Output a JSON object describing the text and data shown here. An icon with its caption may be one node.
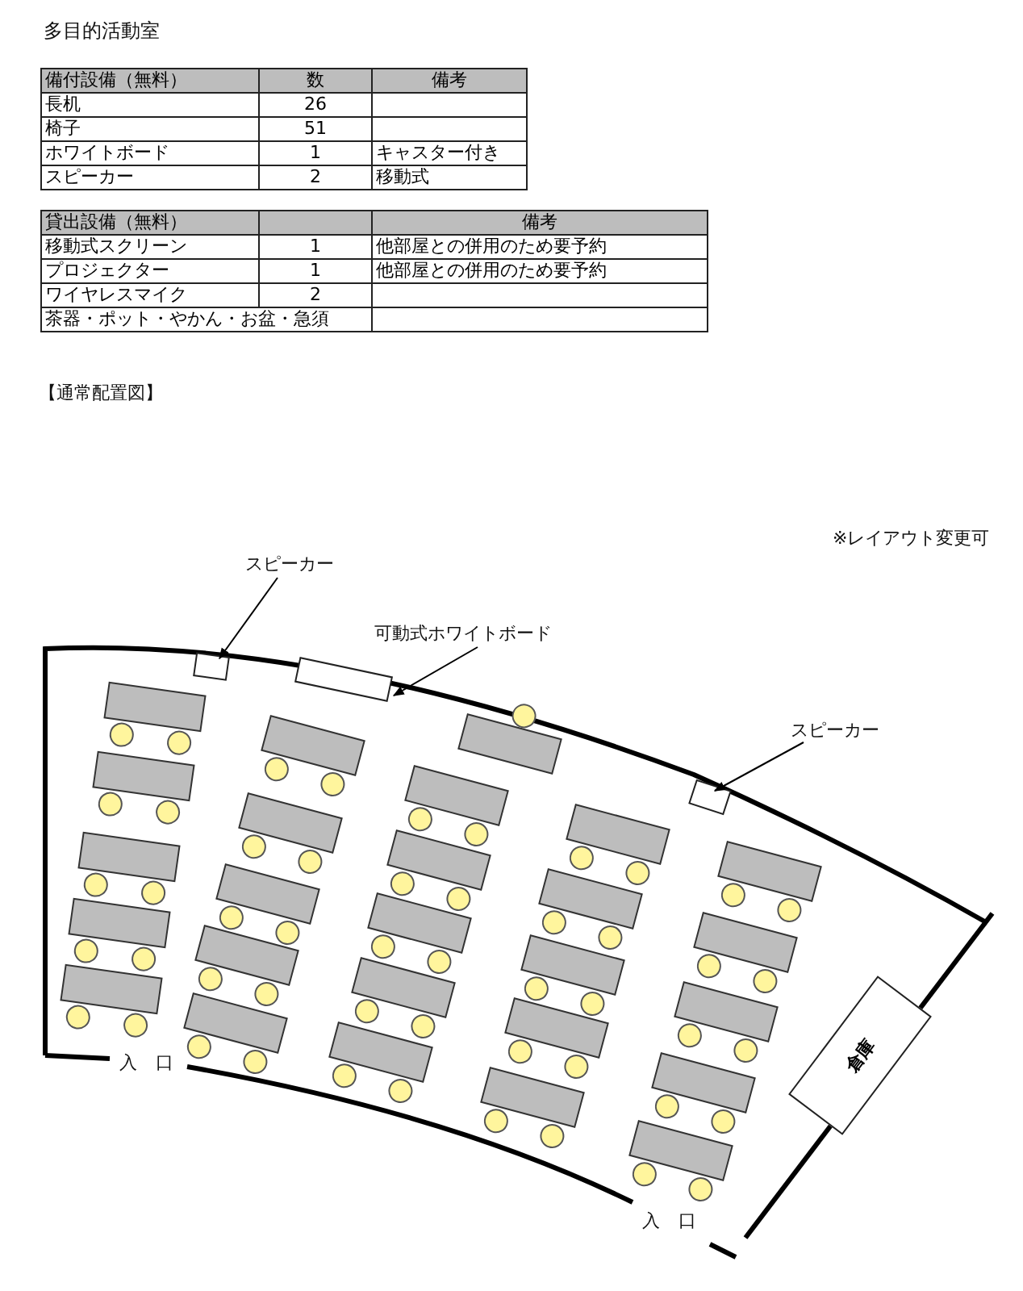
{
  "diagram": {
    "title": "多目的活動室",
    "nodes": [
      {
        "text": [
          "スピーカー"
        ]
      },
      {
        "text": [],
        "shape": "box"
      },
      {
        "text": [
          "可動式ホワイトボード"
        ]
      },
      {
        "text": [],
        "shape": "box"
      },
      {
        "text": [
          "スピーカー"
        ]
      },
      {
        "text": [],
        "shape": "box"
      },
      {
        "text": [
          "倉庫"
        ]
      }
    ],
    "edges": [
      {
        "from": 0,
        "to": 1,
        "arrow": "to"
      },
      {
        "from": 2,
        "to": 3,
        "arrow": "to"
      },
      {
        "from": 4,
        "to": 5,
        "arrow": "to"
      }
    ],
    "labels": [
      "備付設備（無料）",
      "数",
      "備考",
      "長机",
      "26",
      "椅子",
      "51",
      "ホワイトボード",
      "1",
      "キャスター付き",
      "スピーカー",
      "2",
      "移動式",
      "貸出設備（無料）",
      "備考",
      "移動式スクリーン",
      "1",
      "他部屋との併用のため要予約",
      "プロジェクター",
      "1",
      "他部屋との併用のため要予約",
      "ワイヤレスマイク",
      "2",
      "茶器・ポット・やかん・お盆・急須",
      "【通常配置図】",
      "※レイアウト変更可",
      "入 口",
      "入 口"
    ]
  }
}
